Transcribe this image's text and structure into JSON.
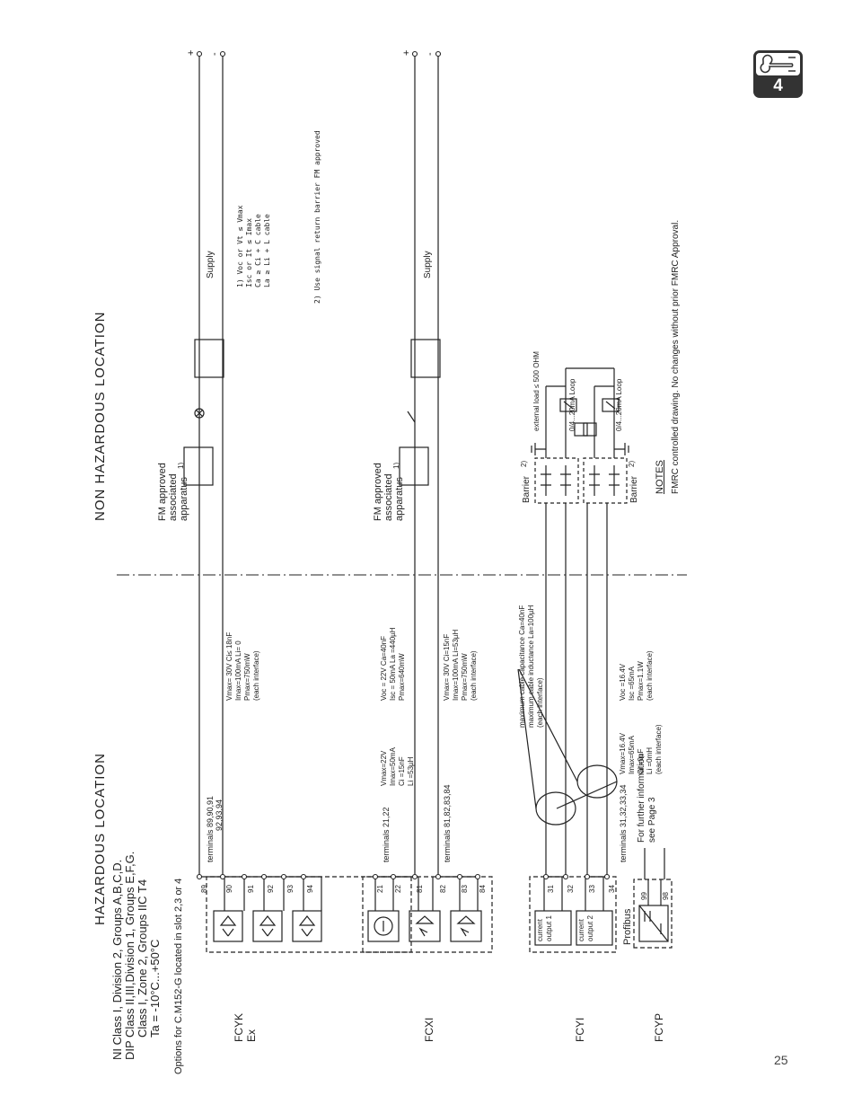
{
  "page_number": "25",
  "chapter_badge": {
    "number": "4",
    "icon": "wrench-icon"
  },
  "headings": {
    "hazardous": "HAZARDOUS LOCATION",
    "non_hazardous": "NON HAZARDOUS LOCATION"
  },
  "class_info": [
    "NI  Class I, Division 2, Groups A,B,C,D.",
    "DIP Class II,III,Division 1, Groups E,F,G.",
    "Class I, Zone 2, Groups IIC T4",
    "Ta = -10°C...+50°C"
  ],
  "options_line": "Options for C.M152-G located in slot 2,3 or 4",
  "modules": {
    "fcyk": {
      "label": [
        "FCYK",
        "Ex"
      ],
      "terminals": [
        "89",
        "90",
        "91",
        "92",
        "93",
        "94"
      ]
    },
    "fcxi": {
      "label": "FCXI",
      "terminals": [
        "21",
        "22",
        "81",
        "82",
        "83",
        "84"
      ]
    },
    "fcyi": {
      "label": "FCYI",
      "terminals": [
        "31",
        "32",
        "33",
        "34"
      ],
      "out1": [
        "current",
        "output 1"
      ],
      "out2": [
        "current",
        "output 2"
      ]
    },
    "fcyp": {
      "label": "FCYP",
      "terminals": [
        "99",
        "98"
      ],
      "bus": "Profibus"
    }
  },
  "terminal_labels": {
    "fcyk": [
      "terminals 89,90,91",
      "92,93,94"
    ],
    "fcxi_a": "terminals 21,22",
    "fcxi_b": "terminals 81,82,83,84",
    "fcyi": "terminals 31,32,33,34"
  },
  "ratings": {
    "fcyk": [
      "Vmax= 30V    Ci≤ 18nF",
      "Imax=100mA   Li= 0",
      "Pmax=750mW",
      "      (each interface)"
    ],
    "fcxi_21": [
      "Vmax=22V",
      "Imax=50mA",
      "Ci  =15nF",
      "Li  =53µH"
    ],
    "fcxi_voc": [
      "Voc  =  22V      Ca=40nF",
      "Isc  =  50mA     La =440µH",
      "Pmax=640mW"
    ],
    "fcxi_81": [
      "Vmax=  30V      Ci=15nF",
      "Imax=100mA     Li=53µH",
      "Pmax=750mW",
      "      (each interface)"
    ],
    "fcyi_in": [
      "Vmax=16.4V",
      "Imax=65mA",
      "Ci  =0µF",
      "Li  =0mH",
      "(each interface)"
    ],
    "fcyi_voc": [
      "Voc =16.4V",
      "Isc =65mA",
      "Pmax=1.1W",
      "      (each interface)"
    ],
    "cable": [
      "maximum cable capacitance Ca=40nF",
      "maximum cable inductance La=100µH",
      "(each interface)"
    ]
  },
  "fm_apparatus": [
    "FM approved",
    "associated",
    "apparatus"
  ],
  "fm_note_mark": "1)",
  "supply": "Supply",
  "plus": "+",
  "minus": "-",
  "barrier": "Barrier",
  "barrier_mark": "2)",
  "external_load": "external load ≤ 500 OHM",
  "loop": "0/4...20mA Loop",
  "further_info": [
    "For further information",
    "see Page 3"
  ],
  "notes_title": "NOTES",
  "notes_text": "FMRC controlled drawing. No changes without prior FMRC Approval.",
  "footnotes": {
    "n1": [
      "1)  Voc or Vt ≤ Vmax",
      "     Isc or It ≤ Imax",
      "     Ca  ≥  Ci + C cable",
      "     La  ≥  Li + L cable"
    ],
    "n2": "2) Use signal return barrier FM approved"
  }
}
